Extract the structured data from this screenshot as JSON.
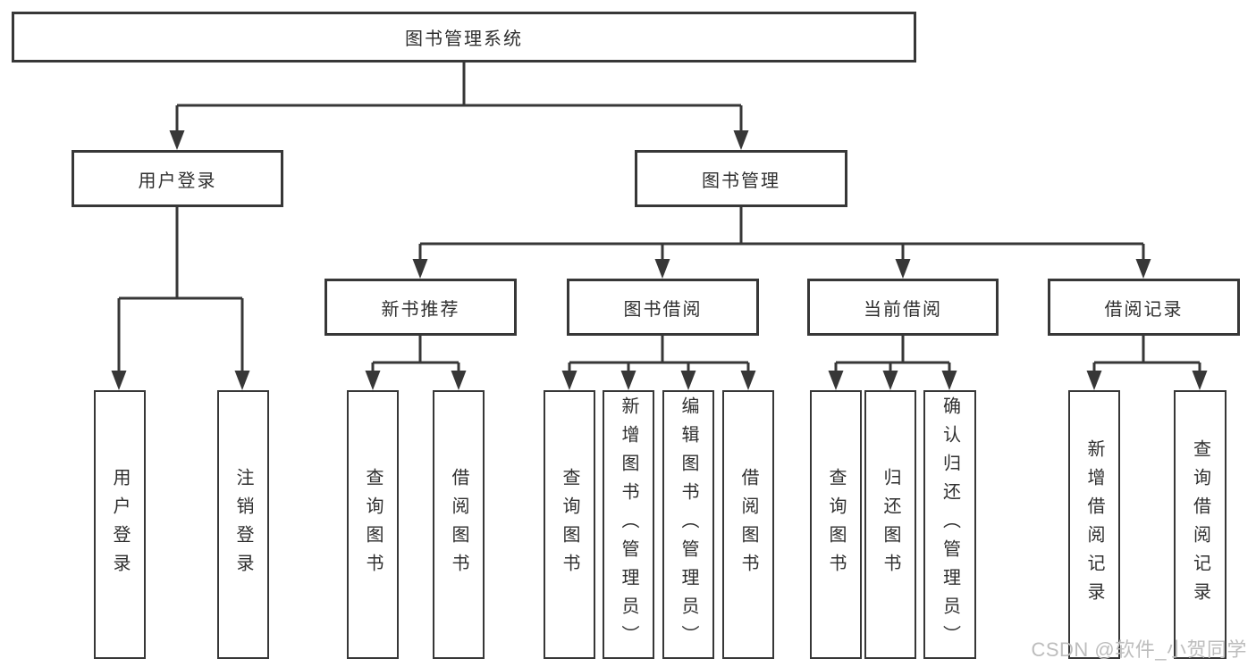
{
  "colors": {
    "line": "#373737",
    "text": "#2f2f2f",
    "background": "#ffffff",
    "watermark": "#bdbdbd"
  },
  "watermark": {
    "text": "CSDN @软件_小贺同学"
  },
  "tree": {
    "root": {
      "label": "图书管理系统"
    },
    "branches": [
      {
        "label": "用户登录",
        "children": [
          {
            "label": "用户登录"
          },
          {
            "label": "注销登录"
          }
        ]
      },
      {
        "label": "图书管理",
        "children": [
          {
            "label": "新书推荐",
            "children": [
              {
                "label": "查询图书"
              },
              {
                "label": "借阅图书"
              }
            ]
          },
          {
            "label": "图书借阅",
            "children": [
              {
                "label": "查询图书"
              },
              {
                "label": "新增图书（管理员）"
              },
              {
                "label": "编辑图书（管理员）"
              },
              {
                "label": "借阅图书"
              }
            ]
          },
          {
            "label": "当前借阅",
            "children": [
              {
                "label": "查询图书"
              },
              {
                "label": "归还图书"
              },
              {
                "label": "确认归还（管理员）"
              }
            ]
          },
          {
            "label": "借阅记录",
            "children": [
              {
                "label": "新增借阅记录"
              },
              {
                "label": "查询借阅记录"
              }
            ]
          }
        ]
      }
    ]
  }
}
